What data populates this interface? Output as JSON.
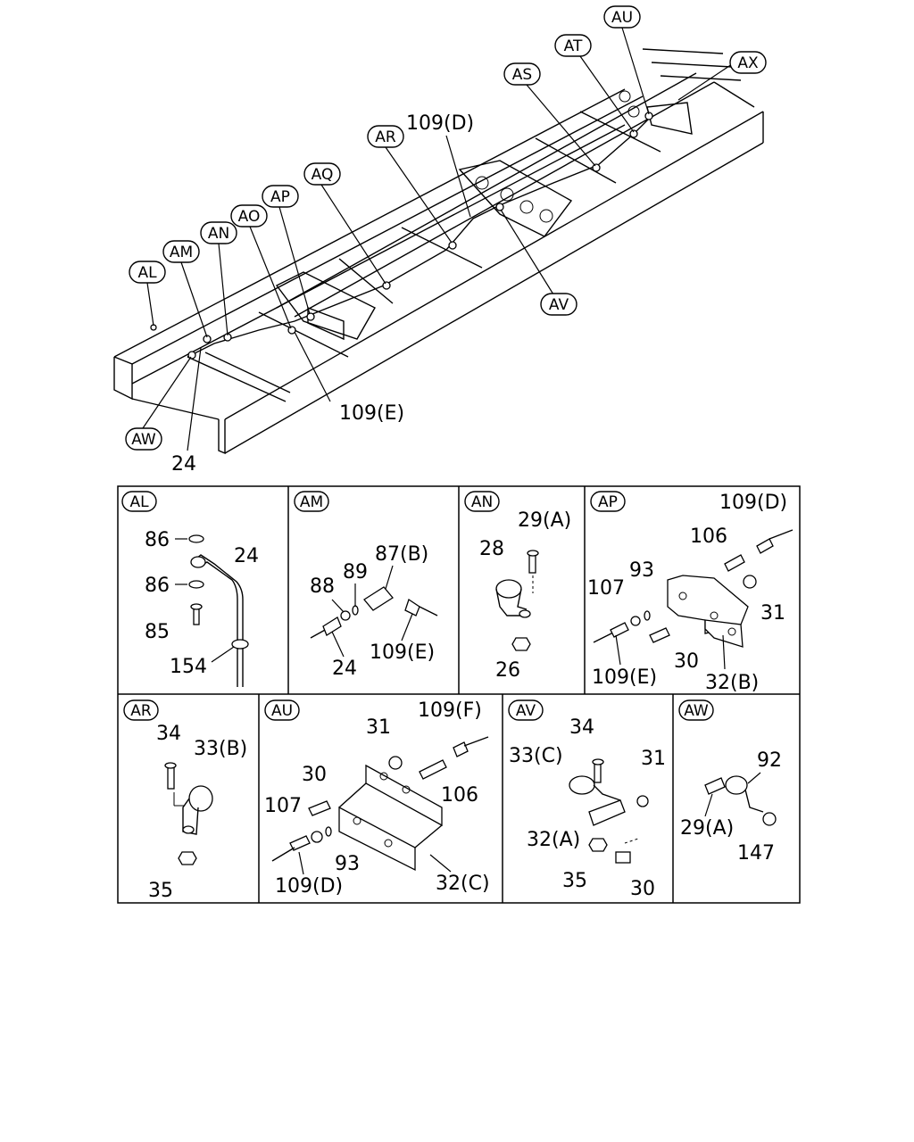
{
  "overview": {
    "callouts": [
      "AU",
      "AT",
      "AX",
      "AS",
      "AR",
      "AQ",
      "AP",
      "AO",
      "AN",
      "AM",
      "AL",
      "AV",
      "AW"
    ],
    "labels": {
      "d109": "109(D)",
      "e109": "109(E)",
      "n24": "24"
    }
  },
  "panels": [
    {
      "id": "AL",
      "parts": [
        "86",
        "24",
        "86",
        "85",
        "154"
      ]
    },
    {
      "id": "AM",
      "parts": [
        "87(B)",
        "89",
        "88",
        "24",
        "109(E)"
      ]
    },
    {
      "id": "AN",
      "parts": [
        "29(A)",
        "28",
        "26"
      ]
    },
    {
      "id": "AP",
      "parts": [
        "109(D)",
        "106",
        "93",
        "107",
        "31",
        "30",
        "109(E)",
        "32(B)"
      ]
    },
    {
      "id": "AR",
      "parts": [
        "34",
        "33(B)",
        "35"
      ]
    },
    {
      "id": "AU",
      "parts": [
        "109(F)",
        "31",
        "30",
        "106",
        "107",
        "93",
        "109(D)",
        "32(C)"
      ]
    },
    {
      "id": "AV",
      "parts": [
        "34",
        "33(C)",
        "31",
        "32(A)",
        "35",
        "30"
      ]
    },
    {
      "id": "AW",
      "parts": [
        "92",
        "29(A)",
        "147"
      ]
    }
  ]
}
